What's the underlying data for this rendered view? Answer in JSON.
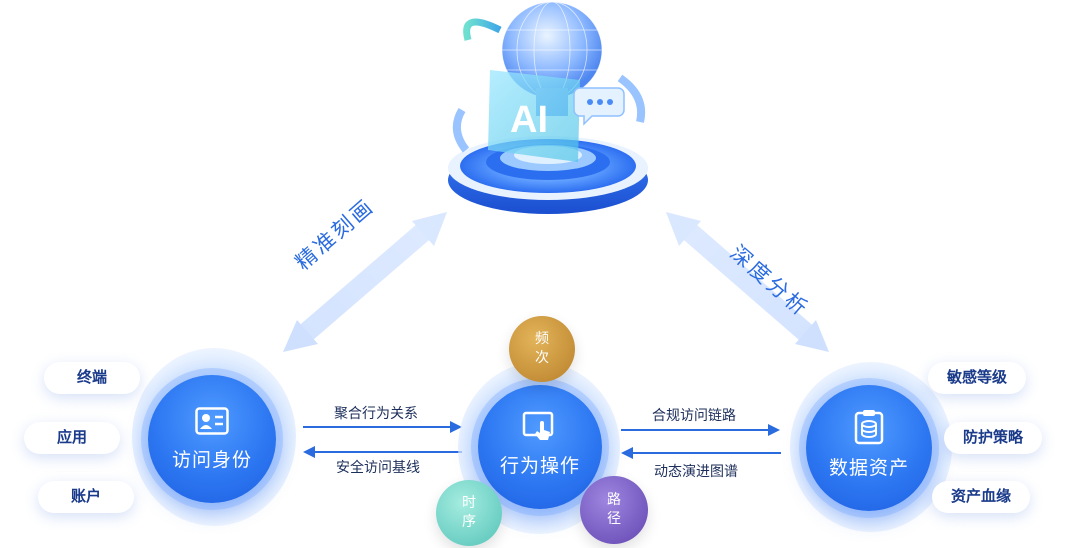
{
  "center": {
    "ai_text": "AI"
  },
  "left_node": {
    "label": "访问身份",
    "pills": [
      "终端",
      "应用",
      "账户"
    ]
  },
  "middle_node": {
    "label": "行为操作",
    "orbs": [
      "频次",
      "时序",
      "路径"
    ]
  },
  "right_node": {
    "label": "数据资产",
    "pills": [
      "敏感等级",
      "防护策略",
      "资产血缘"
    ]
  },
  "links": {
    "left_to_mid": "聚合行为关系",
    "mid_to_left": "安全访问基线",
    "mid_to_right": "合规访问链路",
    "right_to_mid": "动态演进图谱"
  },
  "diagonals": {
    "left": "精准刻画",
    "right": "深度分析"
  },
  "colors": {
    "node_blue": "#2d77f2",
    "orb_frequency": "#c9943a",
    "orb_timing": "#6fd0c4",
    "orb_path": "#7a5cc0",
    "arrow_blue": "#2a6be0"
  }
}
